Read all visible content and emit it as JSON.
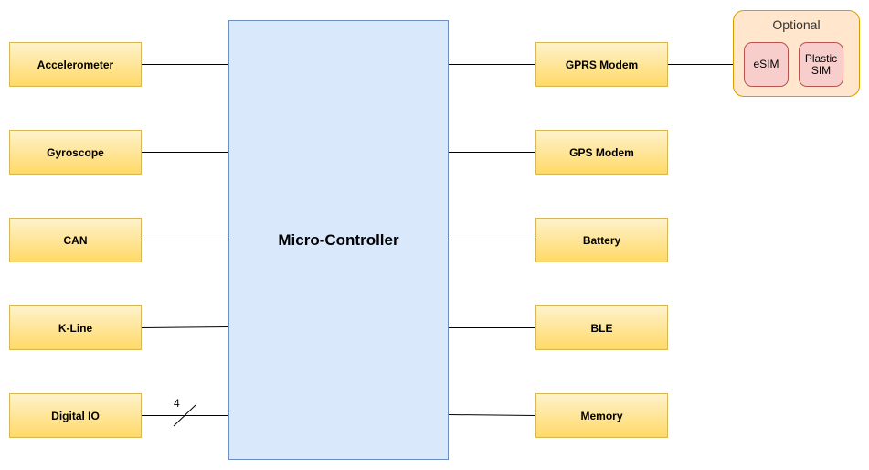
{
  "diagram": {
    "controller": {
      "label": "Micro-Controller"
    },
    "left_blocks": [
      {
        "label": "Accelerometer"
      },
      {
        "label": "Gyroscope"
      },
      {
        "label": "CAN"
      },
      {
        "label": "K-Line"
      },
      {
        "label": "Digital IO"
      }
    ],
    "right_blocks": [
      {
        "label": "GPRS Modem"
      },
      {
        "label": "GPS Modem"
      },
      {
        "label": "Battery"
      },
      {
        "label": "BLE"
      },
      {
        "label": "Memory"
      }
    ],
    "optional_group": {
      "title": "Optional",
      "items": [
        {
          "label": "eSIM"
        },
        {
          "label": "Plastic\nSIM"
        }
      ]
    },
    "bus_width_label": "4"
  }
}
